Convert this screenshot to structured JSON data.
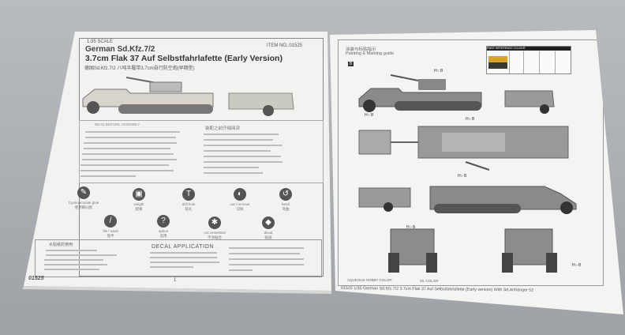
{
  "left_page": {
    "scale": "1:35 SCALE",
    "item_no": "ITEM NO.:01525",
    "title_line1": "German Sd.Kfz.7/2",
    "title_line2": "3.7cm Flak 37 Auf Selbstfahrlafette (Early Version)",
    "title_cn": "德国Sd.Kfz.7/2 八吨半履带3.7cm自行防空炮(早期型)",
    "read_before": "READ BEFORE ASSEMBLY",
    "read_before_cn": "装配之前仔细阅读",
    "icons": [
      {
        "name": "glue",
        "label": "Cyanoacrylate glue",
        "label_cn": "使用瞬间胶",
        "glyph": "✎"
      },
      {
        "name": "weight",
        "label": "weight",
        "label_cn": "配重",
        "glyph": "▣"
      },
      {
        "name": "drill",
        "label": "drill hole",
        "label_cn": "钻孔",
        "glyph": "T"
      },
      {
        "name": "cut",
        "label": "cut / remove",
        "label_cn": "切除",
        "glyph": "◐"
      },
      {
        "name": "bend",
        "label": "bend",
        "label_cn": "弯曲",
        "glyph": "↺"
      },
      {
        "name": "file",
        "label": "file / sand",
        "label_cn": "锉平",
        "glyph": "/"
      },
      {
        "name": "option",
        "label": "option",
        "label_cn": "选用",
        "glyph": "?"
      },
      {
        "name": "not-cemented",
        "label": "not cemented",
        "label_cn": "不须粘合",
        "glyph": "✱"
      },
      {
        "name": "decal",
        "label": "decal",
        "label_cn": "贴纸",
        "glyph": "◆"
      }
    ],
    "decal_cn_title": "水贴纸的使用:",
    "decal_title": "DECAL APPLICATION",
    "footer_code": "01525",
    "page_number": "1"
  },
  "right_page": {
    "title_cn": "涂装与标贴指示",
    "title": "Painting & Marking guide",
    "badge": "B",
    "color_table_title": "PAINT REFERENCE COLOUR",
    "callouts": [
      "H○ B",
      "H○ B",
      "H○ B",
      "H○ B",
      "H○ B",
      "H○ B"
    ],
    "legend_aqueous": "AQUEOUS HOBBY COLOR",
    "legend_mr": "Mr. COLOR",
    "footer": "01525 1/35 German Sd.Kfz.7/2  3.7cm Flak 37 Auf Selbstfahrlafette (Early version) With Sd.Anhänger 52"
  }
}
